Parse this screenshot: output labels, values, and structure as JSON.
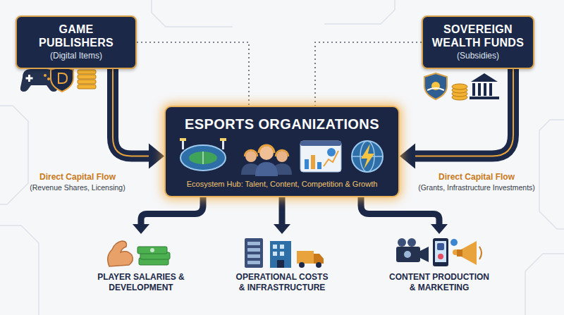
{
  "diagram": {
    "nodes": [
      {
        "text": [
          "GAME PUBLISHERS",
          "(Digital Items)"
        ]
      },
      {
        "text": [
          "SOVEREIGN WEALTH FUNDS",
          "(Subsidies)"
        ]
      },
      {
        "text": [
          "ESPORTS ORGANIZATIONS",
          "Ecosystem Hub: Talent, Content, Competition & Growth"
        ]
      },
      {
        "text": [
          "PLAYER SALARIES & DEVELOPMENT"
        ]
      },
      {
        "text": [
          "OPERATIONAL COSTS & INFRASTRUCTURE"
        ]
      },
      {
        "text": [
          "CONTENT PRODUCTION & MARKETING"
        ]
      }
    ],
    "edges": [
      {
        "from": 0,
        "to": 2,
        "arrow": "to",
        "label": "Direct Capital Flow"
      },
      {
        "from": 1,
        "to": 2,
        "arrow": "to",
        "label": "Direct Capital Flow"
      },
      {
        "from": 0,
        "to": 2,
        "arrow": "none"
      },
      {
        "from": 1,
        "to": 2,
        "arrow": "none"
      },
      {
        "from": 2,
        "to": 3,
        "arrow": "to"
      },
      {
        "from": 2,
        "to": 4,
        "arrow": "to"
      },
      {
        "from": 2,
        "to": 5,
        "arrow": "to"
      }
    ],
    "labels": [
      "(Revenue Shares, Licensing)",
      "(Grants, Infrastructure Investments)"
    ]
  }
}
